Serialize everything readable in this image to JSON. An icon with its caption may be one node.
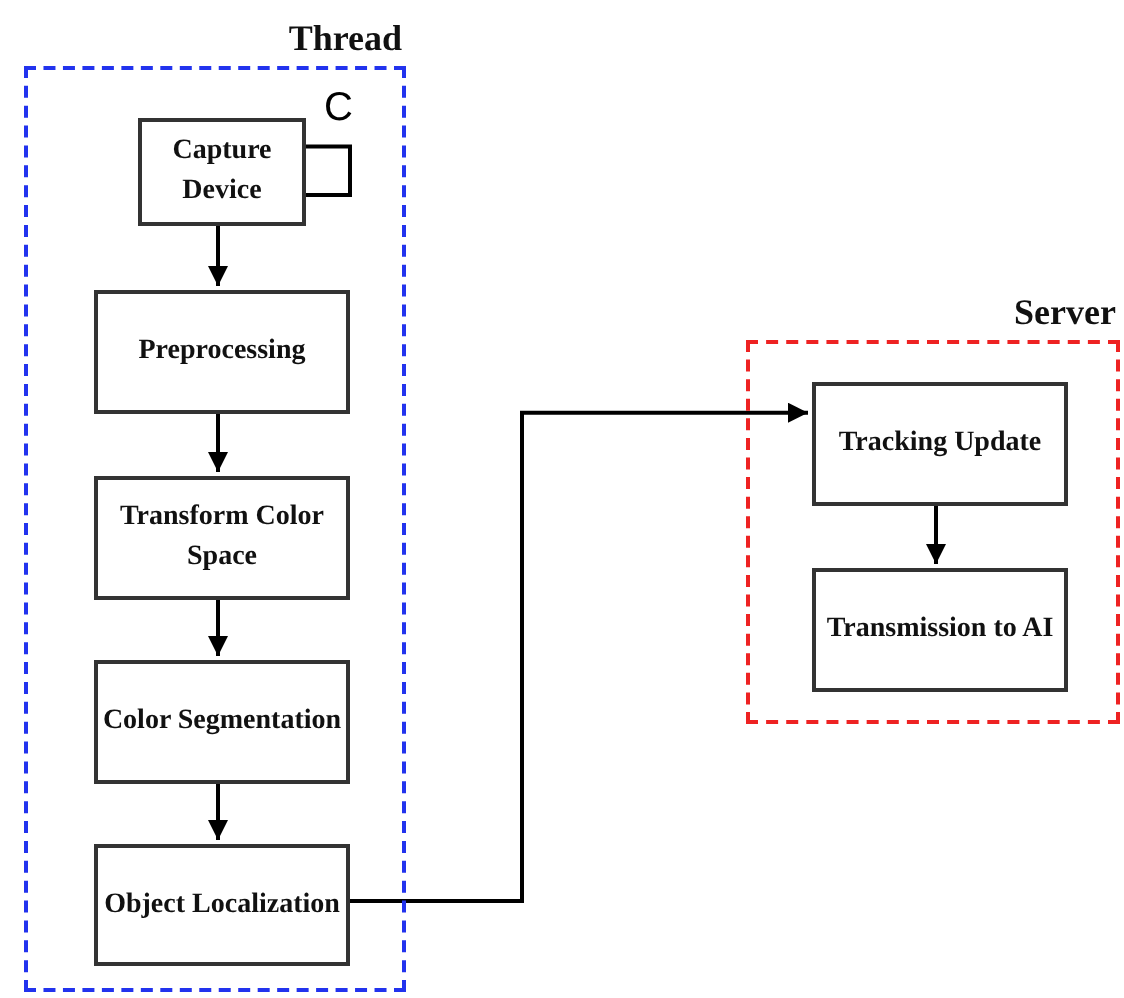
{
  "diagram": {
    "nodes": [
      {
        "text": [
          "Thread"
        ]
      },
      {
        "text": [
          "Capture Device"
        ],
        "in": 0
      },
      {
        "text": [
          "Preprocessing"
        ],
        "in": 0
      },
      {
        "text": [
          "Transform Color Space"
        ],
        "in": 0
      },
      {
        "text": [
          "Color Segmentation"
        ],
        "in": 0
      },
      {
        "text": [
          "Object Localization"
        ],
        "in": 0
      },
      {
        "text": [
          "Server"
        ]
      },
      {
        "text": [
          "Tracking Update"
        ],
        "in": 6
      },
      {
        "text": [
          "Transmission to AI"
        ],
        "in": 6
      }
    ],
    "edges": [
      {
        "from": 1,
        "to": 1,
        "arrow": "none",
        "label": "C"
      },
      {
        "from": 1,
        "to": 2,
        "arrow": "to"
      },
      {
        "from": 2,
        "to": 3,
        "arrow": "to"
      },
      {
        "from": 3,
        "to": 4,
        "arrow": "to"
      },
      {
        "from": 4,
        "to": 5,
        "arrow": "to"
      },
      {
        "from": 5,
        "to": 7,
        "arrow": "to"
      },
      {
        "from": 7,
        "to": 8,
        "arrow": "to"
      }
    ]
  }
}
